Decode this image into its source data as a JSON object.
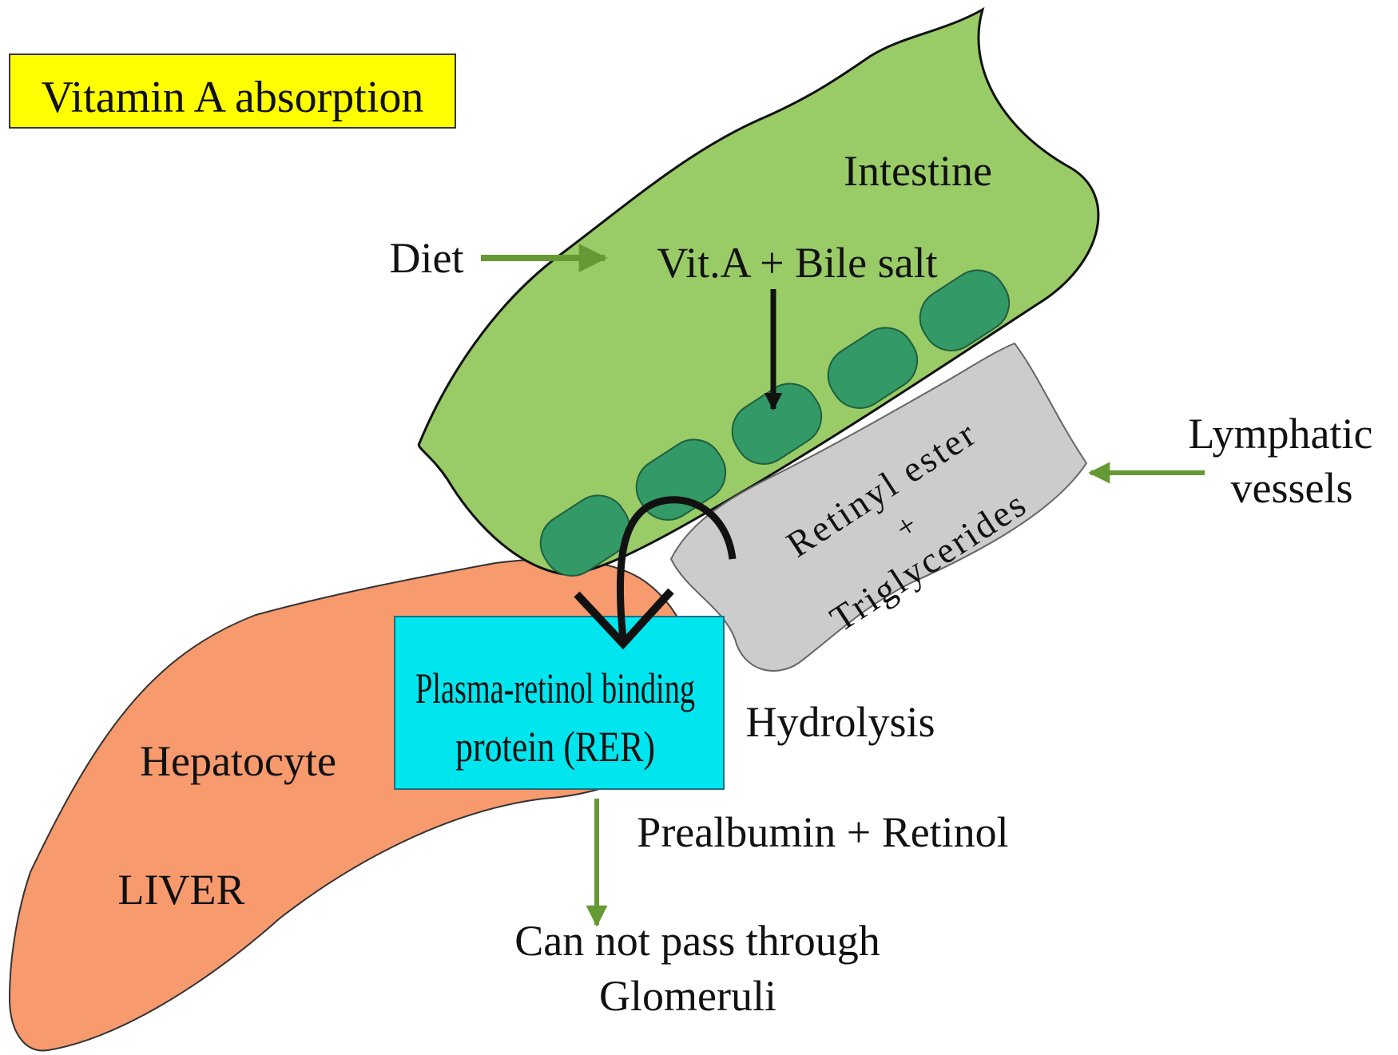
{
  "title": "Vitamin A absorption",
  "labels": {
    "intestine": "Intestine",
    "diet": "Diet",
    "vit_a_bile": "Vit.A + Bile salt",
    "retinyl_ester": "Retinyl ester",
    "plus": "+",
    "triglycerides": "Triglycerides",
    "lymphatic_line1": "Lymphatic",
    "lymphatic_line2": "vessels",
    "prbp_line1": "Plasma-retinol binding",
    "prbp_line2": "protein  (RER)",
    "hydrolysis": "Hydrolysis",
    "hepatocyte": "Hepatocyte",
    "liver": "LIVER",
    "prealbumin": "Prealbumin + Retinol",
    "glomeruli_line1": "Can not pass through",
    "glomeruli_line2": "Glomeruli"
  },
  "colors": {
    "title_bg": "#ffff00",
    "intestine": "#99cc66",
    "villi": "#339966",
    "lymph": "#cccccc",
    "liver": "#f79a6e",
    "prbp_box": "#00e5ee",
    "arrow_green": "#669933",
    "arrow_black": "#111111"
  }
}
